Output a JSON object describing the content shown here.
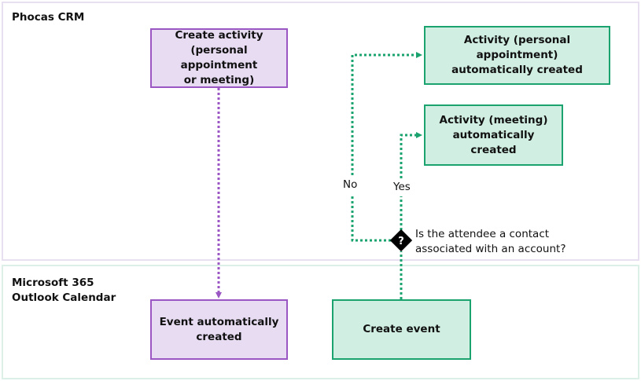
{
  "lanes": {
    "crm": {
      "title": "Phocas CRM"
    },
    "outlook": {
      "title": "Microsoft 365\nOutlook Calendar"
    }
  },
  "nodes": {
    "create_activity": "Create activity\n(personal appointment\nor meeting)",
    "activity_personal": "Activity (personal appointment)\nautomatically created",
    "activity_meeting": "Activity (meeting)\nautomatically created",
    "event_auto": "Event automatically\ncreated",
    "create_event": "Create event"
  },
  "decision": {
    "symbol": "?",
    "question": "Is the attendee a contact\nassociated with an account?"
  },
  "branches": {
    "no": "No",
    "yes": "Yes"
  },
  "colors": {
    "purple_fill": "#e8dcf3",
    "purple_border": "#9a56c3",
    "green_fill": "#d0eee2",
    "green_border": "#1aa36e",
    "decision_fill": "#000000"
  }
}
